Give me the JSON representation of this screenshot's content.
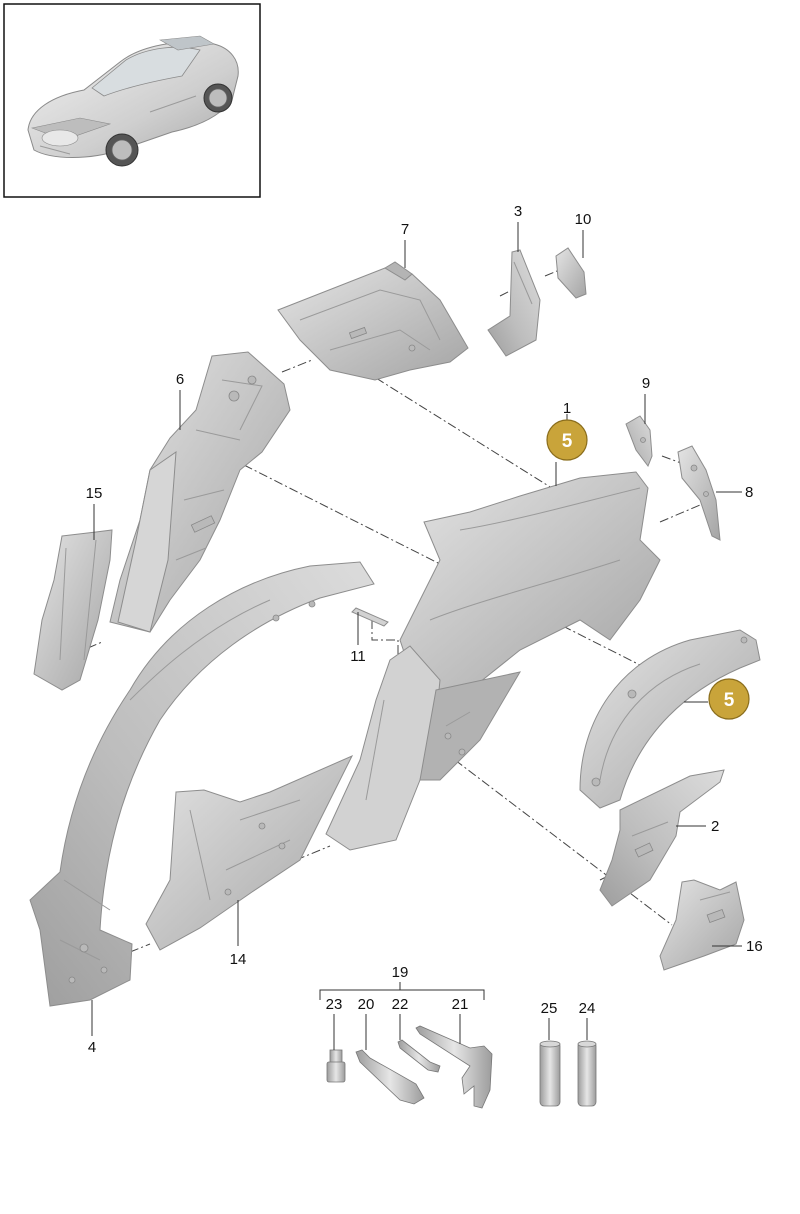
{
  "diagram": {
    "callouts": [
      {
        "id": "c1",
        "text": "1"
      },
      {
        "id": "c2",
        "text": "2"
      },
      {
        "id": "c3",
        "text": "3"
      },
      {
        "id": "c4",
        "text": "4"
      },
      {
        "id": "c6",
        "text": "6"
      },
      {
        "id": "c7",
        "text": "7"
      },
      {
        "id": "c8",
        "text": "8"
      },
      {
        "id": "c9",
        "text": "9"
      },
      {
        "id": "c10",
        "text": "10"
      },
      {
        "id": "c11",
        "text": "11"
      },
      {
        "id": "c14",
        "text": "14"
      },
      {
        "id": "c15",
        "text": "15"
      },
      {
        "id": "c16",
        "text": "16"
      },
      {
        "id": "c19",
        "text": "19"
      },
      {
        "id": "c20",
        "text": "20"
      },
      {
        "id": "c21",
        "text": "21"
      },
      {
        "id": "c22",
        "text": "22"
      },
      {
        "id": "c23",
        "text": "23"
      },
      {
        "id": "c24",
        "text": "24"
      },
      {
        "id": "c25",
        "text": "25"
      }
    ],
    "badges": [
      {
        "id": "b1",
        "text": "5"
      },
      {
        "id": "b2",
        "text": "5"
      }
    ],
    "colors": {
      "badge_fill": "#c9a43a",
      "badge_stroke": "#8a6d1c",
      "part_fill": "#c6c6c6",
      "part_shade": "#a9a9a9",
      "part_light": "#e2e2e2",
      "line": "#333333"
    }
  }
}
